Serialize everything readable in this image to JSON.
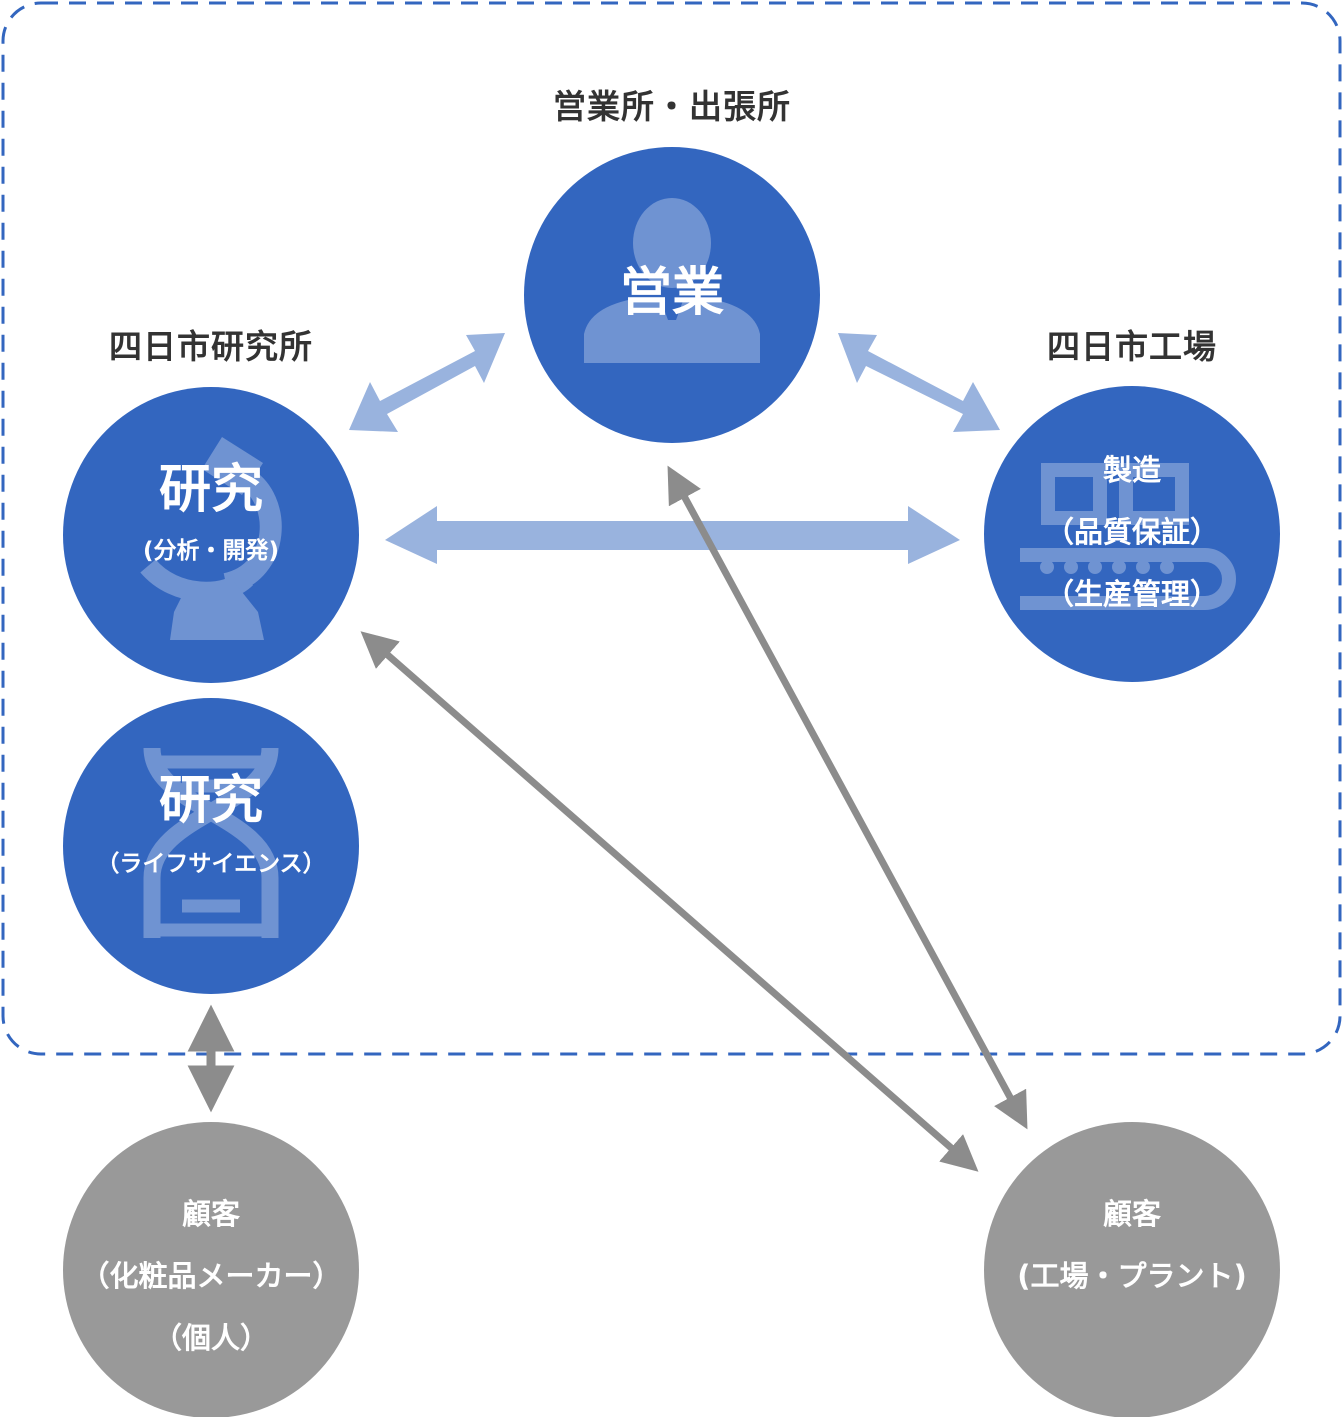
{
  "colors": {
    "blue_node": "#3366bf",
    "light_arrow": "#99b3de",
    "gray_node": "#999999",
    "gray_arrow": "#8c8c8c",
    "group_border": "#3366bf",
    "label_text": "#333333"
  },
  "labels": {
    "sales_office": "営業所・出張所",
    "yokkaichi_lab": "四日市研究所",
    "yokkaichi_factory": "四日市工場"
  },
  "nodes": {
    "sales": {
      "title": "営業",
      "icon": "person-icon"
    },
    "research_analysis": {
      "title": "研究",
      "sub": "(分析・開発)",
      "icon": "microscope-icon"
    },
    "research_life": {
      "title": "研究",
      "sub": "（ライフサイエンス）",
      "icon": "dna-icon"
    },
    "manufacturing": {
      "title": "製造",
      "sub1": "（品質保証）",
      "sub2": "（生産管理）",
      "icon": "conveyor-icon"
    },
    "customer_cosmetics": {
      "title": "顧客",
      "sub1": "（化粧品メーカー）",
      "sub2": "（個人）"
    },
    "customer_plant": {
      "title": "顧客",
      "sub1": "(工場・プラント)"
    }
  }
}
